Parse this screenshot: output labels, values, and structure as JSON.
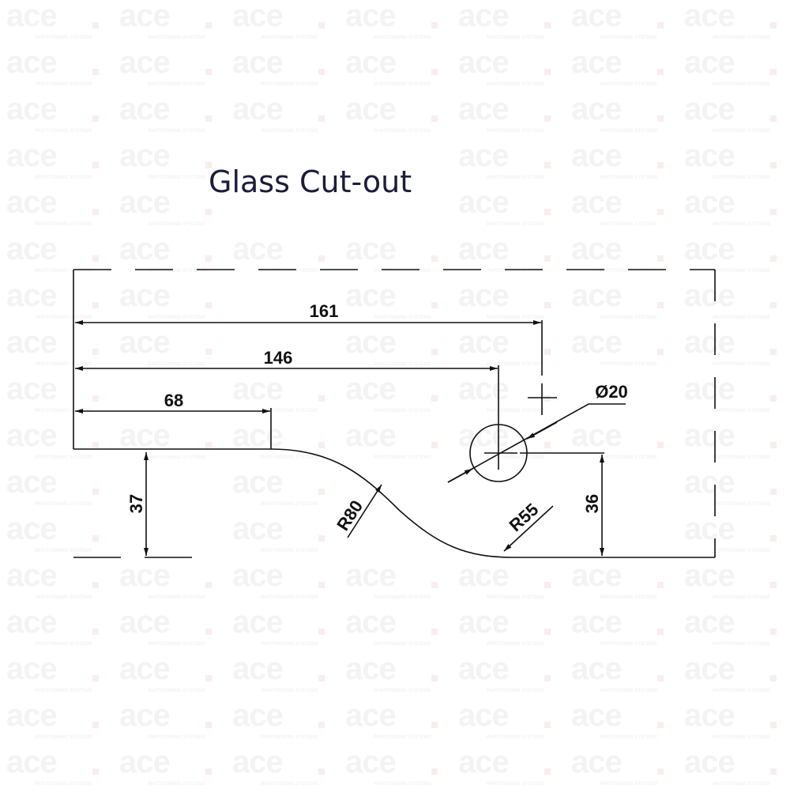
{
  "watermark": {
    "logo": "ace",
    "tagline": "PARTITIONING SYSTEMS"
  },
  "drawing": {
    "title": "Glass Cut-out",
    "dimensions": {
      "d161": "161",
      "d146": "146",
      "d68": "68",
      "d37": "37",
      "d36": "36",
      "hole_diameter": "Ø20",
      "radius_large": "R80",
      "radius_small": "R55"
    }
  }
}
